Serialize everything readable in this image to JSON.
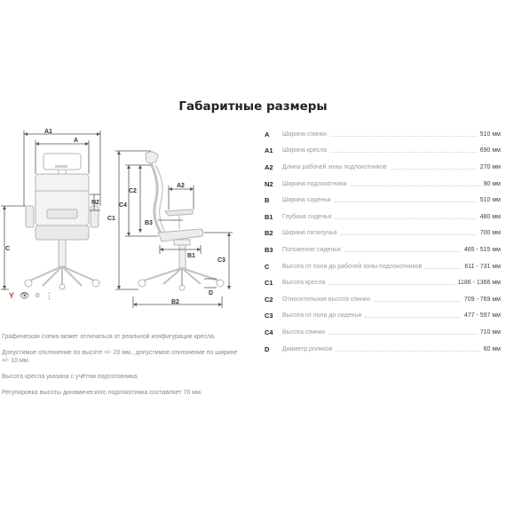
{
  "page": {
    "title": "Габаритные размеры"
  },
  "toolbar": {
    "items": [
      {
        "icon": "yandex-y-icon",
        "glyph": "Y"
      },
      {
        "icon": "eye-icon",
        "glyph": "👁"
      },
      {
        "icon": "camera-search-icon",
        "glyph": "⌾"
      },
      {
        "icon": "more-vertical-icon",
        "glyph": "⋮"
      }
    ]
  },
  "diagram": {
    "front_labels": [
      "A1",
      "A",
      "N2",
      "C"
    ],
    "side_labels": [
      "C4",
      "C2",
      "C1",
      "A2",
      "B3",
      "B1",
      "C3",
      "B2",
      "D"
    ]
  },
  "notes": [
    "Графическая схема может отличаться от реальной конфигурации кресла.",
    "Допустимое отклонение по высоте +/- 20 мм., допустимое отклонение по ширине +/- 10 мм.",
    "Высота кресла указана с учётом подголовника.",
    "Регулировка высоты динамического подлокотника составляет 70 мм."
  ],
  "specs": [
    {
      "code": "A",
      "label": "Ширина спинки",
      "value": "510 мм"
    },
    {
      "code": "A1",
      "label": "Ширина кресла",
      "value": "690 мм"
    },
    {
      "code": "A2",
      "label": "Длина рабочей зоны подлокотников",
      "value": "270 мм"
    },
    {
      "code": "N2",
      "label": "Ширина подлокотника",
      "value": "90 мм"
    },
    {
      "code": "B",
      "label": "Ширина сиденья",
      "value": "510 мм"
    },
    {
      "code": "B1",
      "label": "Глубина сиденья",
      "value": "480 мм"
    },
    {
      "code": "B2",
      "label": "Ширина пятилучья",
      "value": "700 мм"
    },
    {
      "code": "B3",
      "label": "Положение сиденья",
      "value": "465 - 515 мм"
    },
    {
      "code": "C",
      "label": "Высота от пола до рабочей зоны подлокотников",
      "value": "611 - 731 мм"
    },
    {
      "code": "C1",
      "label": "Высота кресла",
      "value": "1186 - 1366 мм"
    },
    {
      "code": "C2",
      "label": "Относительная высота спинки",
      "value": "709 - 769 мм"
    },
    {
      "code": "C3",
      "label": "Высота от пола до сиденья",
      "value": "477 - 597 мм"
    },
    {
      "code": "C4",
      "label": "Высота спинки",
      "value": "710 мм"
    },
    {
      "code": "D",
      "label": "Диаметр роликов",
      "value": "60 мм"
    }
  ]
}
